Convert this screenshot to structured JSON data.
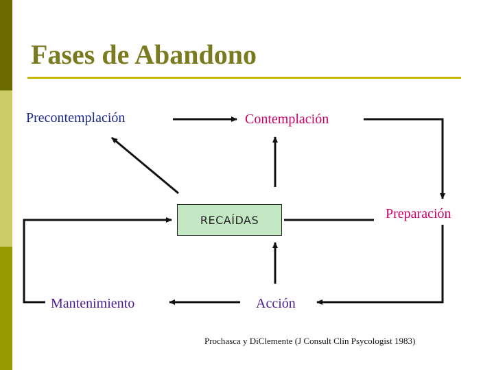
{
  "title": "Fases de Abandono",
  "nodes": {
    "precontemplacion": "Precontemplación",
    "contemplacion": "Contemplación",
    "preparacion": "Preparación",
    "accion": "Acción",
    "mantenimiento": "Mantenimiento",
    "recaidas": "RECAÍDAS"
  },
  "citation": "Prochasca y DiClemente (J Consult  Clin Psycologist 1983)",
  "colors": {
    "title": "#7a7a1f",
    "rule": "#c9b400",
    "stage_blue": "#1a2a8a",
    "stage_pink": "#cc0066",
    "stage_purple": "#4b1a8a",
    "relapse_fill": "#c4e8c4"
  }
}
